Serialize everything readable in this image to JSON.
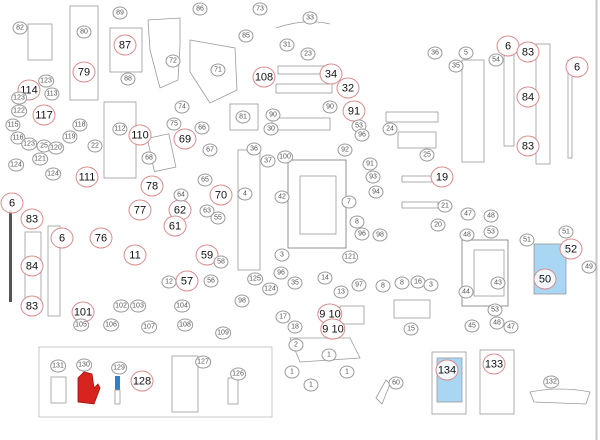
{
  "diagram": {
    "type": "exploded parts diagram",
    "colors": {
      "highlight_circle": "#d98a8a",
      "outline": "#9a9a9a",
      "glove": "#d8231f",
      "handle": "#2f7fd0",
      "glass": "#a9d6f2"
    },
    "labels": [
      {
        "n": "87",
        "red": true
      },
      {
        "n": "79",
        "red": true
      },
      {
        "n": "108",
        "red": true
      },
      {
        "n": "34",
        "red": true
      },
      {
        "n": "32",
        "red": true
      },
      {
        "n": "91",
        "red": true
      },
      {
        "n": "114",
        "red": true
      },
      {
        "n": "117",
        "red": true
      },
      {
        "n": "110",
        "red": true
      },
      {
        "n": "69",
        "red": true
      },
      {
        "n": "111",
        "red": true
      },
      {
        "n": "78",
        "red": true
      },
      {
        "n": "70",
        "red": true
      },
      {
        "n": "77",
        "red": true
      },
      {
        "n": "62",
        "red": true
      },
      {
        "n": "61",
        "red": true
      },
      {
        "n": "76",
        "red": true
      },
      {
        "n": "11",
        "red": true
      },
      {
        "n": "59",
        "red": true
      },
      {
        "n": "57",
        "red": true
      },
      {
        "n": "6",
        "red": true
      },
      {
        "n": "83",
        "red": true
      },
      {
        "n": "84",
        "red": true
      },
      {
        "n": "83",
        "red": true
      },
      {
        "n": "6",
        "red": true
      },
      {
        "n": "101",
        "red": true
      },
      {
        "n": "128",
        "red": true
      },
      {
        "n": "19",
        "red": true
      },
      {
        "n": "6",
        "red": true
      },
      {
        "n": "83",
        "red": true
      },
      {
        "n": "84",
        "red": true
      },
      {
        "n": "83",
        "red": true
      },
      {
        "n": "6",
        "red": true
      },
      {
        "n": "52",
        "red": true
      },
      {
        "n": "50",
        "red": true
      },
      {
        "n": "9 10",
        "red": true
      },
      {
        "n": "9 10",
        "red": true
      },
      {
        "n": "134",
        "red": true
      },
      {
        "n": "133",
        "red": true
      },
      {
        "n": "82",
        "red": false
      },
      {
        "n": "80",
        "red": false
      },
      {
        "n": "89",
        "red": false
      },
      {
        "n": "88",
        "red": false
      },
      {
        "n": "86",
        "red": false
      },
      {
        "n": "73",
        "red": false
      },
      {
        "n": "85",
        "red": false
      },
      {
        "n": "72",
        "red": false
      },
      {
        "n": "71",
        "red": false
      },
      {
        "n": "33",
        "red": false
      },
      {
        "n": "31",
        "red": false
      },
      {
        "n": "23",
        "red": false
      },
      {
        "n": "90",
        "red": false
      },
      {
        "n": "30",
        "red": false
      },
      {
        "n": "81",
        "red": false
      },
      {
        "n": "74",
        "red": false
      },
      {
        "n": "75",
        "red": false
      },
      {
        "n": "66",
        "red": false
      },
      {
        "n": "67",
        "red": false
      },
      {
        "n": "68",
        "red": false
      },
      {
        "n": "65",
        "red": false
      },
      {
        "n": "64",
        "red": false
      },
      {
        "n": "63",
        "red": false
      },
      {
        "n": "55",
        "red": false
      },
      {
        "n": "36",
        "red": false
      },
      {
        "n": "37",
        "red": false
      },
      {
        "n": "4",
        "red": false
      },
      {
        "n": "100",
        "red": false
      },
      {
        "n": "42",
        "red": false
      },
      {
        "n": "123",
        "red": false
      },
      {
        "n": "113",
        "red": false
      },
      {
        "n": "123",
        "red": false
      },
      {
        "n": "122",
        "red": false
      },
      {
        "n": "115",
        "red": false
      },
      {
        "n": "116",
        "red": false
      },
      {
        "n": "123",
        "red": false
      },
      {
        "n": "25",
        "red": false
      },
      {
        "n": "120",
        "red": false
      },
      {
        "n": "121",
        "red": false
      },
      {
        "n": "124",
        "red": false
      },
      {
        "n": "124",
        "red": false
      },
      {
        "n": "119",
        "red": false
      },
      {
        "n": "118",
        "red": false
      },
      {
        "n": "22",
        "red": false
      },
      {
        "n": "112",
        "red": false
      },
      {
        "n": "12",
        "red": false
      },
      {
        "n": "56",
        "red": false
      },
      {
        "n": "58",
        "red": false
      },
      {
        "n": "125",
        "red": false
      },
      {
        "n": "124",
        "red": false
      },
      {
        "n": "98",
        "red": false
      },
      {
        "n": "96",
        "red": false
      },
      {
        "n": "3",
        "red": false
      },
      {
        "n": "35",
        "red": false
      },
      {
        "n": "17",
        "red": false
      },
      {
        "n": "18",
        "red": false
      },
      {
        "n": "2",
        "red": false
      },
      {
        "n": "1",
        "red": false
      },
      {
        "n": "102",
        "red": false
      },
      {
        "n": "103",
        "red": false
      },
      {
        "n": "104",
        "red": false
      },
      {
        "n": "105",
        "red": false
      },
      {
        "n": "106",
        "red": false
      },
      {
        "n": "107",
        "red": false
      },
      {
        "n": "108",
        "red": false
      },
      {
        "n": "109",
        "red": false
      },
      {
        "n": "131",
        "red": false
      },
      {
        "n": "130",
        "red": false
      },
      {
        "n": "129",
        "red": false
      },
      {
        "n": "127",
        "red": false
      },
      {
        "n": "126",
        "red": false
      },
      {
        "n": "36",
        "red": false
      },
      {
        "n": "35",
        "red": false
      },
      {
        "n": "5",
        "red": false
      },
      {
        "n": "54",
        "red": false
      },
      {
        "n": "90",
        "red": false
      },
      {
        "n": "53",
        "red": false
      },
      {
        "n": "96",
        "red": false
      },
      {
        "n": "92",
        "red": false
      },
      {
        "n": "24",
        "red": false
      },
      {
        "n": "25",
        "red": false
      },
      {
        "n": "91",
        "red": false
      },
      {
        "n": "93",
        "red": false
      },
      {
        "n": "94",
        "red": false
      },
      {
        "n": "7",
        "red": false
      },
      {
        "n": "21",
        "red": false
      },
      {
        "n": "20",
        "red": false
      },
      {
        "n": "47",
        "red": false
      },
      {
        "n": "48",
        "red": false
      },
      {
        "n": "8",
        "red": false
      },
      {
        "n": "48",
        "red": false
      },
      {
        "n": "53",
        "red": false
      },
      {
        "n": "51",
        "red": false
      },
      {
        "n": "51",
        "red": false
      },
      {
        "n": "49",
        "red": false
      },
      {
        "n": "43",
        "red": false
      },
      {
        "n": "44",
        "red": false
      },
      {
        "n": "53",
        "red": false
      },
      {
        "n": "48",
        "red": false
      },
      {
        "n": "45",
        "red": false
      },
      {
        "n": "47",
        "red": false
      },
      {
        "n": "98",
        "red": false
      },
      {
        "n": "96",
        "red": false
      },
      {
        "n": "121",
        "red": false
      },
      {
        "n": "14",
        "red": false
      },
      {
        "n": "13",
        "red": false
      },
      {
        "n": "97",
        "red": false
      },
      {
        "n": "8",
        "red": false
      },
      {
        "n": "8",
        "red": false
      },
      {
        "n": "16",
        "red": false
      },
      {
        "n": "3",
        "red": false
      },
      {
        "n": "15",
        "red": false
      },
      {
        "n": "1",
        "red": false
      },
      {
        "n": "1",
        "red": false
      },
      {
        "n": "1",
        "red": false
      },
      {
        "n": "60",
        "red": false
      },
      {
        "n": "132",
        "red": false
      }
    ]
  }
}
